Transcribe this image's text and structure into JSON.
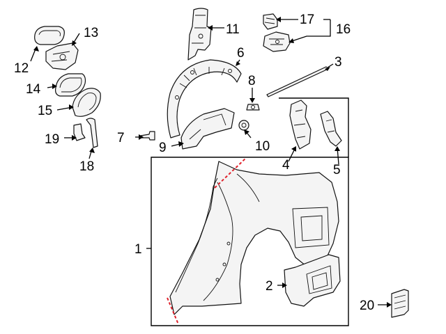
{
  "callouts": {
    "c1": "1",
    "c2": "2",
    "c3": "3",
    "c4": "4",
    "c5": "5",
    "c6": "6",
    "c7": "7",
    "c8": "8",
    "c9": "9",
    "c10": "10",
    "c11": "11",
    "c12": "12",
    "c13": "13",
    "c14": "14",
    "c15": "15",
    "c16": "16",
    "c17": "17",
    "c18": "18",
    "c19": "19",
    "c20": "20"
  },
  "colors": {
    "line": "#111111",
    "cut_line": "#e0202a",
    "part_fill": "#f4f4f4"
  }
}
